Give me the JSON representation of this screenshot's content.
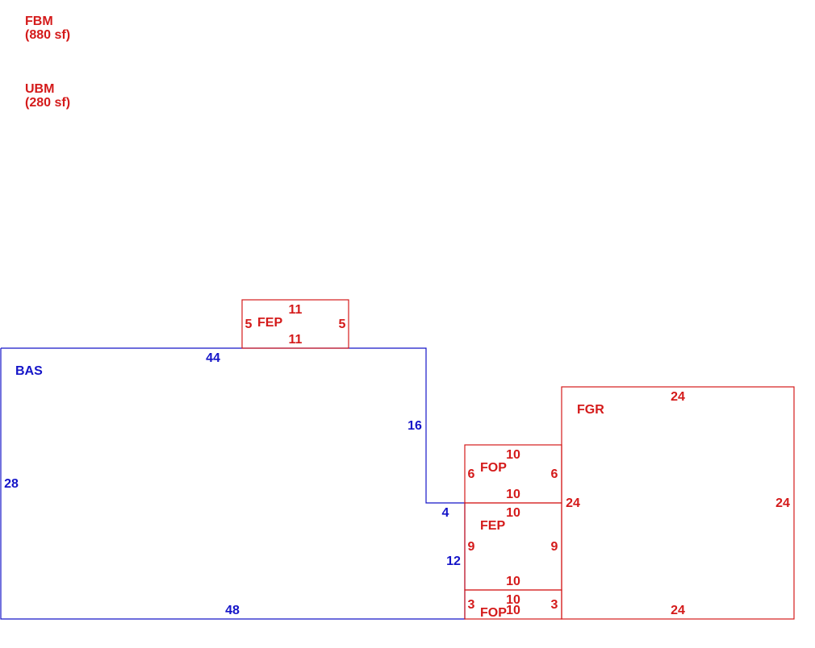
{
  "colors": {
    "blue": "#1414c8",
    "red": "#d41a1a"
  },
  "legend": [
    {
      "code": "FBM",
      "area": "(880 sf)"
    },
    {
      "code": "UBM",
      "area": "(280 sf)"
    }
  ],
  "areas": [
    {
      "code": "BAS",
      "color": "blue"
    },
    {
      "code": "FEP",
      "color": "red"
    },
    {
      "code": "FGR",
      "color": "red"
    },
    {
      "code": "FOP",
      "color": "red"
    },
    {
      "code": "FEP",
      "color": "red"
    },
    {
      "code": "FOP",
      "color": "red"
    }
  ],
  "dims": {
    "bas": {
      "top": "44",
      "right": "16",
      "step": "4",
      "lower_right": "12",
      "bottom": "48",
      "left": "28"
    },
    "fep_top": {
      "top": "11",
      "bottom": "11",
      "left": "5",
      "right": "5"
    },
    "fgr": {
      "top": "24",
      "left": "24",
      "right": "24",
      "bottom": "24"
    },
    "fop_upper": {
      "top": "10",
      "left": "6",
      "right": "6",
      "bottom": "10"
    },
    "fep_mid": {
      "top": "10",
      "left": "9",
      "right": "9",
      "bottom": "10"
    },
    "fop_lower": {
      "top": "10",
      "left": "3",
      "right": "3",
      "bottom": "10"
    }
  }
}
